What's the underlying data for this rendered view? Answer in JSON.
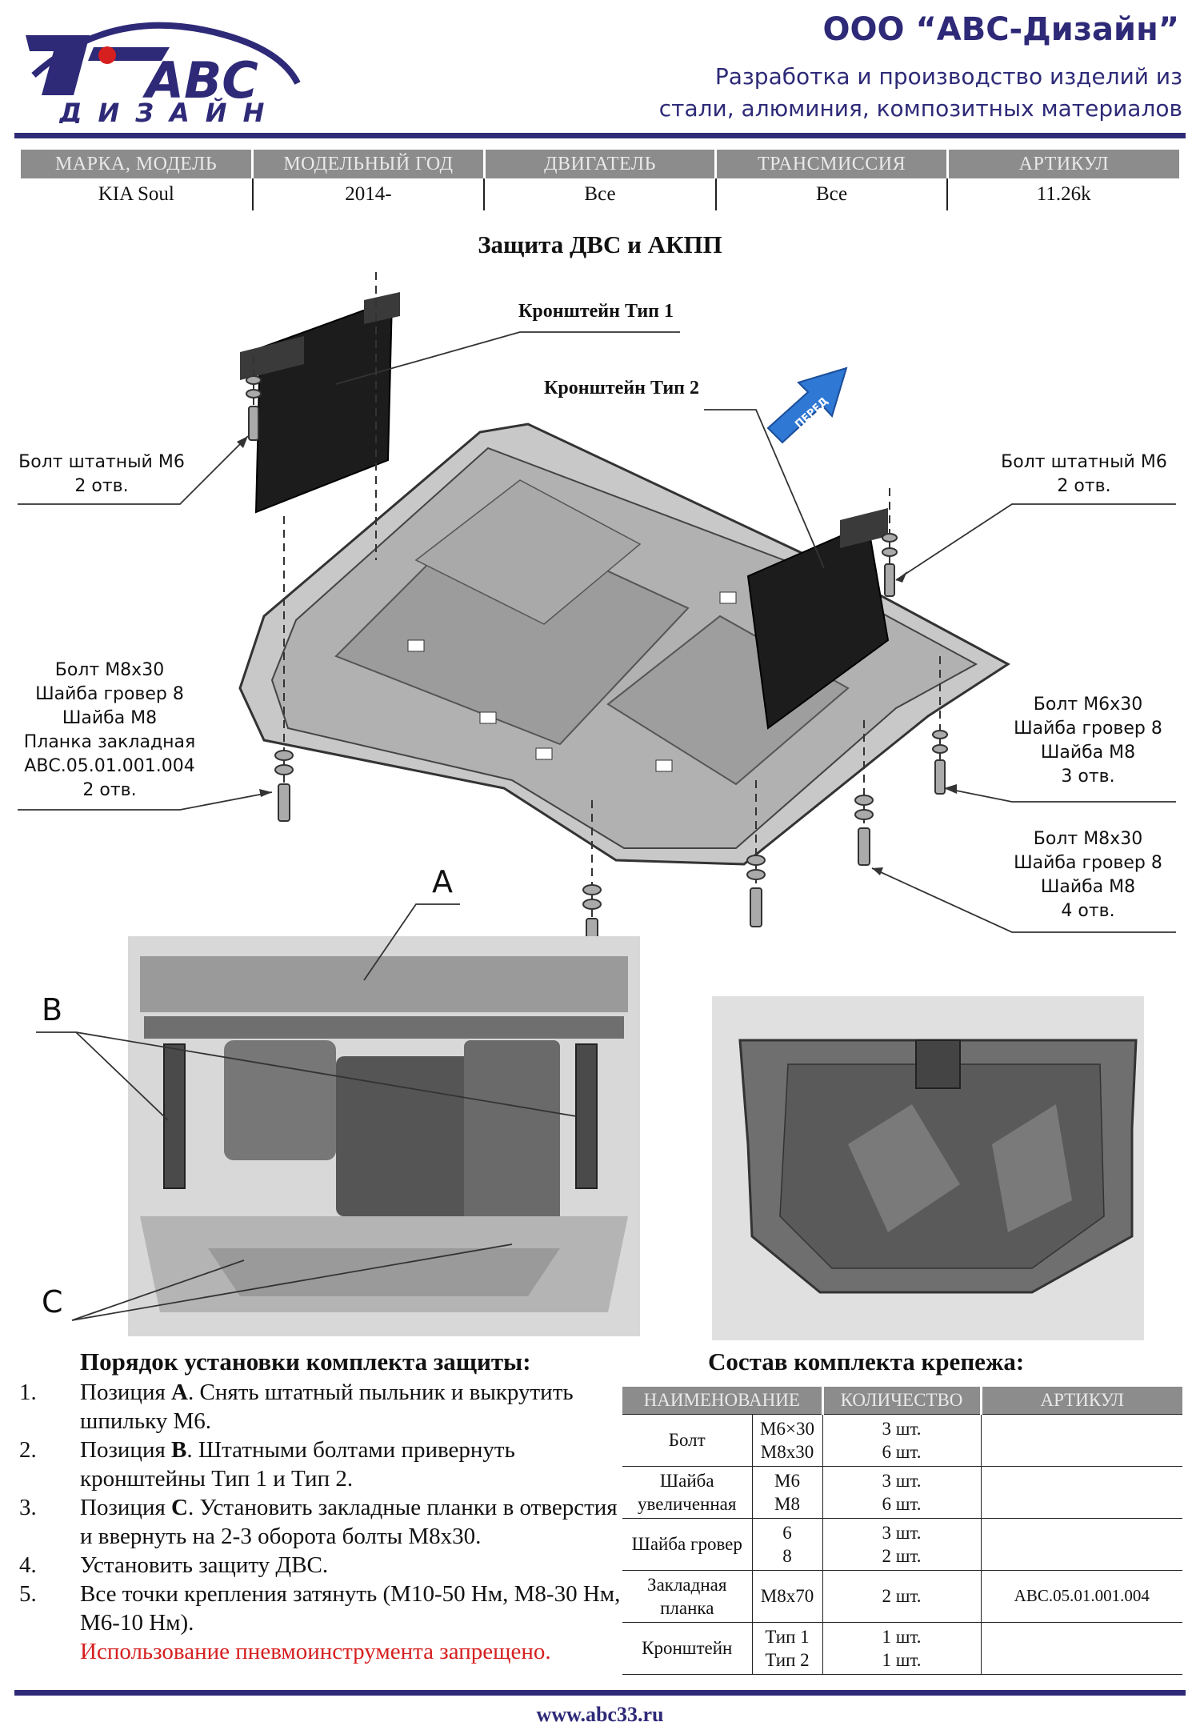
{
  "header": {
    "company": "ООО “АВС-Дизайн”",
    "tagline_line1": "Разработка и производство изделий из",
    "tagline_line2": "стали, алюминия, композитных материалов",
    "logo_text_top": "АВС",
    "logo_text_bottom": "ДИЗАЙН"
  },
  "spec": {
    "headers": [
      "МАРКА, МОДЕЛЬ",
      "МОДЕЛЬНЫЙ ГОД",
      "ДВИГАТЕЛЬ",
      "ТРАНСМИССИЯ",
      "АРТИКУЛ"
    ],
    "values": [
      "KIA Soul",
      "2014-",
      "Все",
      "Все",
      "11.26k"
    ]
  },
  "title": "Защита ДВС и АКПП",
  "diagram": {
    "bracket1": "Кронштейн Тип 1",
    "bracket2": "Кронштейн Тип 2",
    "direction": "ПЕРЕД",
    "bolt_left_top": [
      "Болт штатный М6",
      "2 отв."
    ],
    "bolt_right_top": [
      "Болт штатный М6",
      "2 отв."
    ],
    "bolt_left_bottom": [
      "Болт М8х30",
      "Шайба гровер  8",
      "Шайба М8",
      "Планка закладная",
      "АВС.05.01.001.004",
      "2 отв."
    ],
    "bolt_right_mid": [
      "Болт М6х30",
      "Шайба гровер  8",
      "Шайба М8",
      "3 отв."
    ],
    "bolt_right_bottom": [
      "Болт М8х30",
      "Шайба гровер  8",
      "Шайба М8",
      "4 отв."
    ],
    "letter_a": "A",
    "letter_b": "B",
    "letter_c": "C"
  },
  "instructions": {
    "title": "Порядок установки комплекта защиты:",
    "steps": [
      {
        "num": "1.",
        "pre": "Позиция ",
        "bold": "А",
        "post": ". Снять штатный пыльник и выкрутить шпильку М6."
      },
      {
        "num": "2.",
        "pre": "Позиция ",
        "bold": "В",
        "post": ". Штатными болтами привернуть кронштейны Тип 1 и Тип 2."
      },
      {
        "num": "3.",
        "pre": "Позиция ",
        "bold": "С",
        "post": ". Установить закладные планки в отверстия и ввернуть на 2-3 оборота болты М8х30."
      },
      {
        "num": "4.",
        "pre": "Установить защиту ДВС.",
        "bold": "",
        "post": ""
      },
      {
        "num": "5.",
        "pre": "Все точки крепления затянуть (М10-50 Нм, М8-30 Нм, М6-10 Нм).",
        "bold": "",
        "post": ""
      }
    ],
    "warning": "Использование пневмоинструмента запрещено."
  },
  "kit": {
    "title": "Состав комплекта крепежа:",
    "headers": [
      "НАИМЕНОВАНИЕ",
      "КОЛИЧЕСТВО",
      "АРТИКУЛ"
    ],
    "rows": [
      {
        "name": "Болт",
        "sizes": [
          "М6×30",
          "М8х30"
        ],
        "qty": [
          "3 шт.",
          "6 шт."
        ],
        "article": ""
      },
      {
        "name": "Шайба увеличенная",
        "sizes": [
          "М6",
          "М8"
        ],
        "qty": [
          "3 шт.",
          "6 шт."
        ],
        "article": ""
      },
      {
        "name": "Шайба гровер",
        "sizes": [
          "6",
          "8"
        ],
        "qty": [
          "3 шт.",
          "2 шт."
        ],
        "article": ""
      },
      {
        "name": "Закладная планка",
        "sizes": [
          "М8х70"
        ],
        "qty": [
          "2 шт."
        ],
        "article": "АВС.05.01.001.004"
      },
      {
        "name": "Кронштейн",
        "sizes": [
          "Тип 1",
          "Тип 2"
        ],
        "qty": [
          "1 шт.",
          "1 шт."
        ],
        "article": ""
      }
    ]
  },
  "footer": {
    "website": "www.abc33.ru"
  },
  "colors": {
    "brand": "#2e2a78",
    "header_gray": "#8c8c8c",
    "warning": "#d61f1f",
    "arrow_blue": "#2f78d4"
  }
}
